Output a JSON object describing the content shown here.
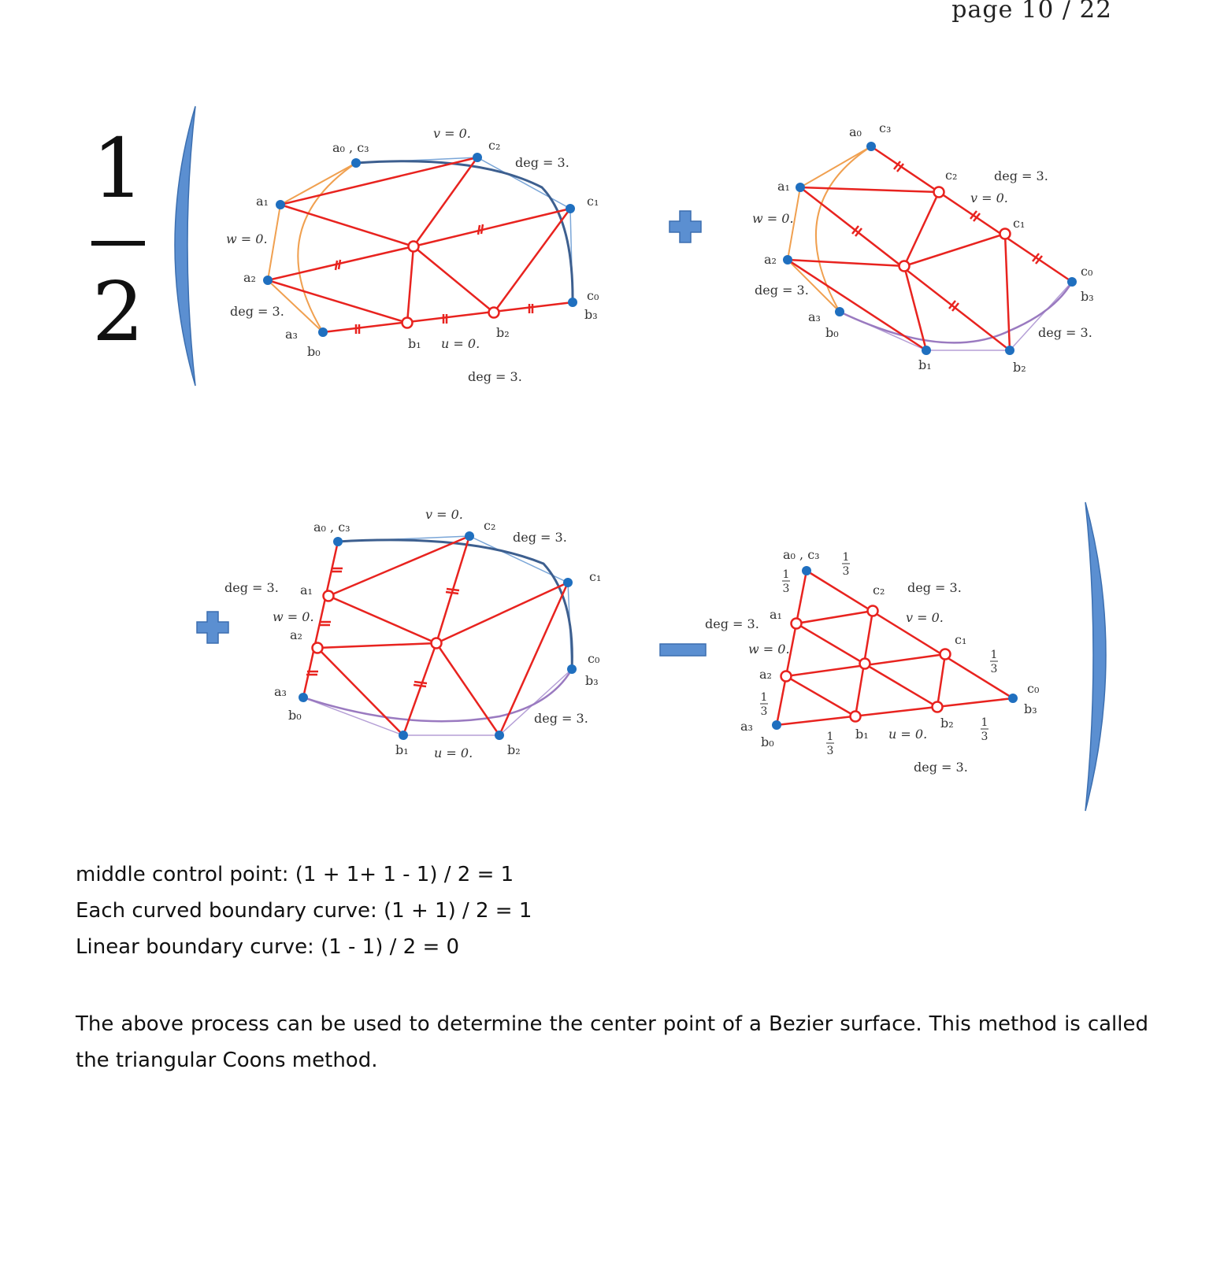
{
  "page": {
    "label": "page",
    "current": "10",
    "separator": "/",
    "total": "22"
  },
  "factor": {
    "numerator": "1",
    "denominator": "2"
  },
  "labels": {
    "a0c3": "a₀ , c₃",
    "a1": "a₁",
    "a2": "a₂",
    "a3": "a₃",
    "b0": "b₀",
    "b1": "b₁",
    "b2": "b₂",
    "b3": "b₃",
    "c0": "c₀",
    "c1": "c₁",
    "c2": "c₂",
    "c3": "c₃",
    "a0": "a₀",
    "deg": "deg = 3.",
    "u0": "u = 0.",
    "v0": "v = 0.",
    "w0": "w = 0.",
    "third_num": "1",
    "third_den": "3"
  },
  "colors": {
    "bracket": "#5b8fd1",
    "edge": "#e8231f",
    "ctrl": "#1f6fbf",
    "curve_blue": "#3d5f8f",
    "curve_orange": "#f0a050",
    "curve_purple": "#9a7ac0"
  },
  "text": {
    "line1": "middle control point: (1 + 1+ 1 - 1) / 2 = 1",
    "line2": "Each curved boundary curve: (1 + 1) / 2 = 1",
    "line3": "Linear boundary curve: (1 - 1) / 2 = 0",
    "paragraph": "The above process can be used to determine the center point of a Bezier surface. This method is called the triangular Coons method."
  }
}
